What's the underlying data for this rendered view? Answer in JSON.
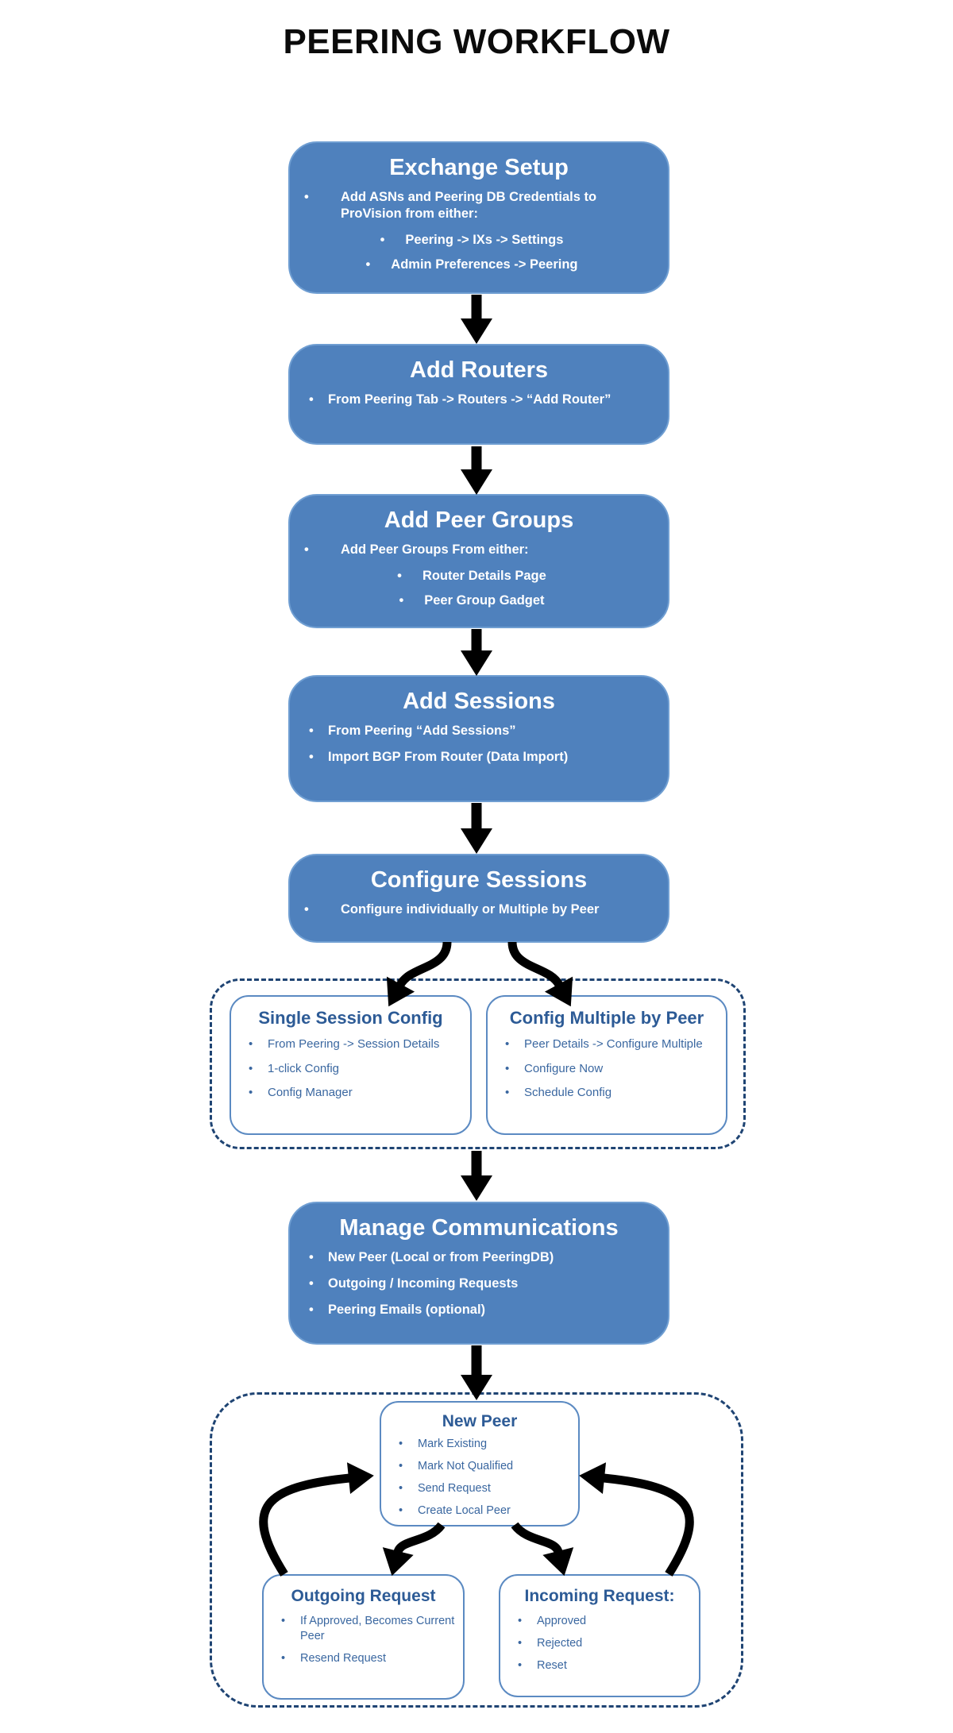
{
  "title": "PEERING WORKFLOW",
  "bullet_glyph": "•",
  "colors": {
    "box_fill": "#4F81BD",
    "box_text": "#FFFFFF",
    "subbox_border": "#5B8AC2",
    "subbox_heading": "#2D5B96",
    "subbox_text": "#3A67A0",
    "dashed_border": "#1F4473",
    "arrow": "#000000",
    "title_text": "#000000"
  },
  "flow": {
    "exchange_setup": {
      "heading": "Exchange Setup",
      "bullet": "Add ASNs and Peering DB Credentials to ProVision from either:",
      "sub_bullets": [
        "Peering -> IXs -> Settings",
        "Admin Preferences -> Peering"
      ]
    },
    "add_routers": {
      "heading": "Add Routers",
      "bullets": [
        "From Peering Tab -> Routers -> “Add Router”"
      ]
    },
    "add_peer_groups": {
      "heading": "Add Peer Groups",
      "bullet": "Add Peer Groups From either:",
      "sub_bullets": [
        "Router Details Page",
        "Peer Group Gadget"
      ]
    },
    "add_sessions": {
      "heading": "Add Sessions",
      "bullets": [
        "From  Peering “Add Sessions”",
        "Import BGP From Router (Data Import)"
      ]
    },
    "configure_sessions": {
      "heading": "Configure Sessions",
      "bullets": [
        "Configure individually or Multiple by Peer"
      ]
    },
    "single_session_config": {
      "heading": "Single Session Config",
      "bullets": [
        "From Peering -> Session Details",
        "1-click Config",
        "Config Manager"
      ]
    },
    "config_multiple_by_peer": {
      "heading": "Config Multiple by Peer",
      "bullets": [
        "Peer Details -> Configure Multiple",
        "Configure Now",
        "Schedule Config"
      ]
    },
    "manage_communications": {
      "heading": "Manage Communications",
      "bullets": [
        "New Peer (Local or from PeeringDB)",
        "Outgoing / Incoming Requests",
        "Peering Emails (optional)"
      ]
    },
    "new_peer": {
      "heading": "New Peer",
      "bullets": [
        "Mark Existing",
        "Mark Not Qualified",
        "Send Request",
        "Create Local Peer"
      ]
    },
    "outgoing_request": {
      "heading": "Outgoing Request",
      "bullets": [
        "If Approved, Becomes Current Peer",
        "Resend Request"
      ]
    },
    "incoming_request": {
      "heading": "Incoming Request:",
      "bullets": [
        "Approved",
        "Rejected",
        "Reset"
      ]
    }
  }
}
